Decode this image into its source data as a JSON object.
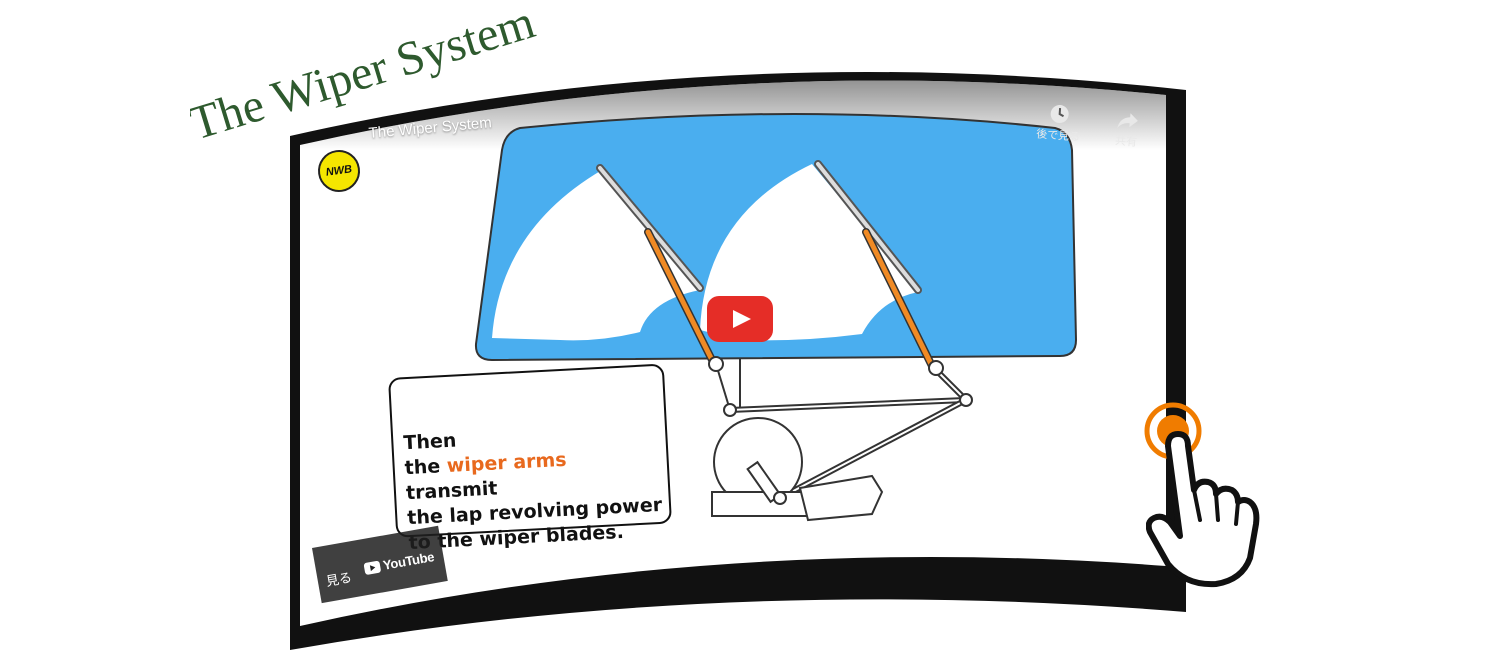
{
  "page": {
    "headline": "The Wiper System"
  },
  "player": {
    "video_title": "The Wiper System",
    "channel_logo_text": "NWB",
    "watch_later_label": "後で見る",
    "share_label": "共有",
    "watch_label": "見る",
    "youtube_label": "YouTube"
  },
  "caption": {
    "line1": "Then",
    "line2_pre": "the ",
    "line2_highlight": "wiper arms",
    "line2_post": " transmit",
    "line3": "the lap revolving power",
    "line4": "to the wiper blades."
  },
  "colors": {
    "windshield": "#4aaeef",
    "wiper_arm": "#f08a24",
    "caption_highlight": "#e8691e",
    "play_button": "#e52d27",
    "click_ring": "#f07c00",
    "headline": "#2e5a2e",
    "channel_logo": "#f5e600"
  },
  "icons": [
    "clock-icon",
    "share-arrow-icon",
    "play-icon",
    "youtube-logo-icon",
    "pointing-hand-icon",
    "click-ripple-icon"
  ]
}
